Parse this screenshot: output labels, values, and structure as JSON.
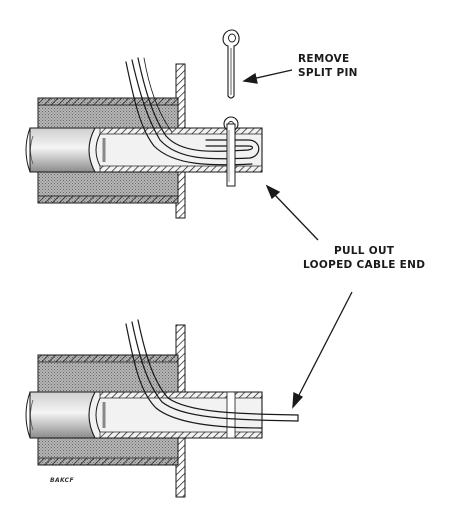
{
  "labels": {
    "remove_line1": "REMOVE",
    "remove_line2": "SPLIT PIN",
    "pull_line1": "PULL OUT",
    "pull_line2": "LOOPED CABLE END",
    "plate_code": "BAKCF"
  },
  "colors": {
    "ink": "#1a1a1a",
    "tube_shading": "#9a9a9a",
    "light_fill": "#e4e4e4",
    "paper": "#ffffff"
  }
}
